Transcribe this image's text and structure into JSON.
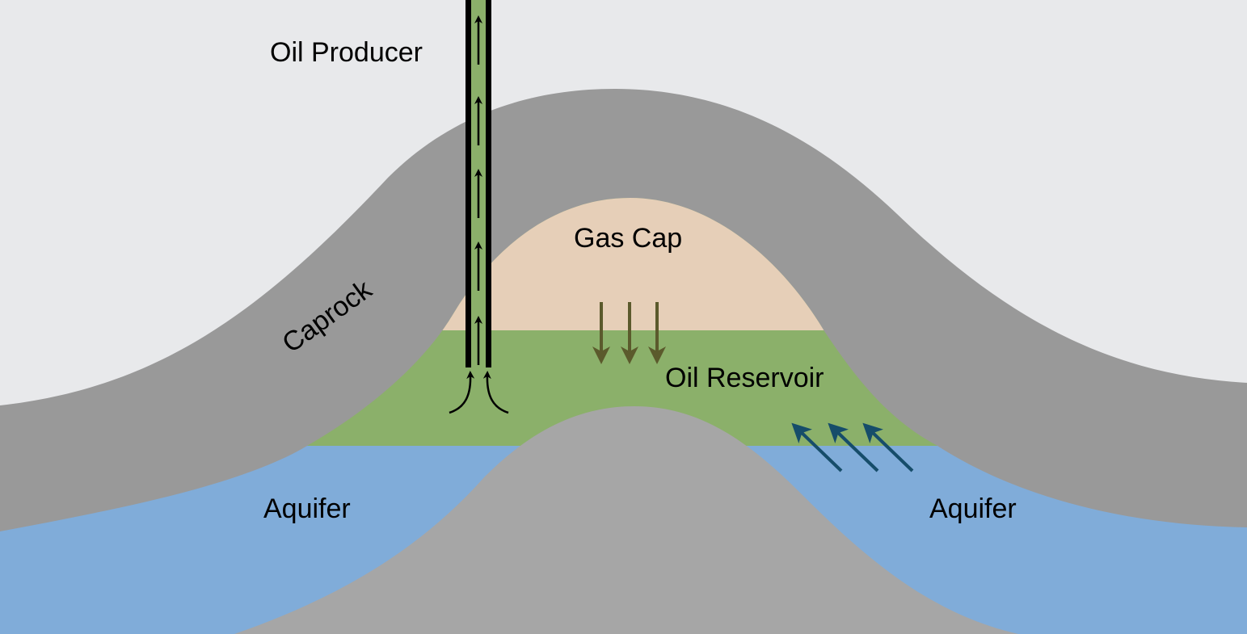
{
  "title": "Oil reservoir drive mechanisms diagram",
  "labels": {
    "oil_producer": "Oil Producer",
    "caprock": "Caprock",
    "gas_cap": "Gas Cap",
    "oil_reservoir": "Oil Reservoir",
    "aquifer_left": "Aquifer",
    "aquifer_right": "Aquifer"
  },
  "colors": {
    "background": "#e8e9eb",
    "caprock": "#999999",
    "basement_rock": "#a6a6a6",
    "gas_cap": "#e6cfb8",
    "oil": "#8bb06a",
    "aquifer": "#80acd9",
    "well_casing": "#000000",
    "gas_drive_arrows": "#5b5a2c",
    "water_drive_arrows": "#164d6a",
    "flow_arrows": "#000000"
  },
  "arrows": {
    "well_flow_up_count": 5,
    "gas_cap_expansion_count": 3,
    "water_influx_count": 3,
    "inflow_to_well_count": 2
  }
}
